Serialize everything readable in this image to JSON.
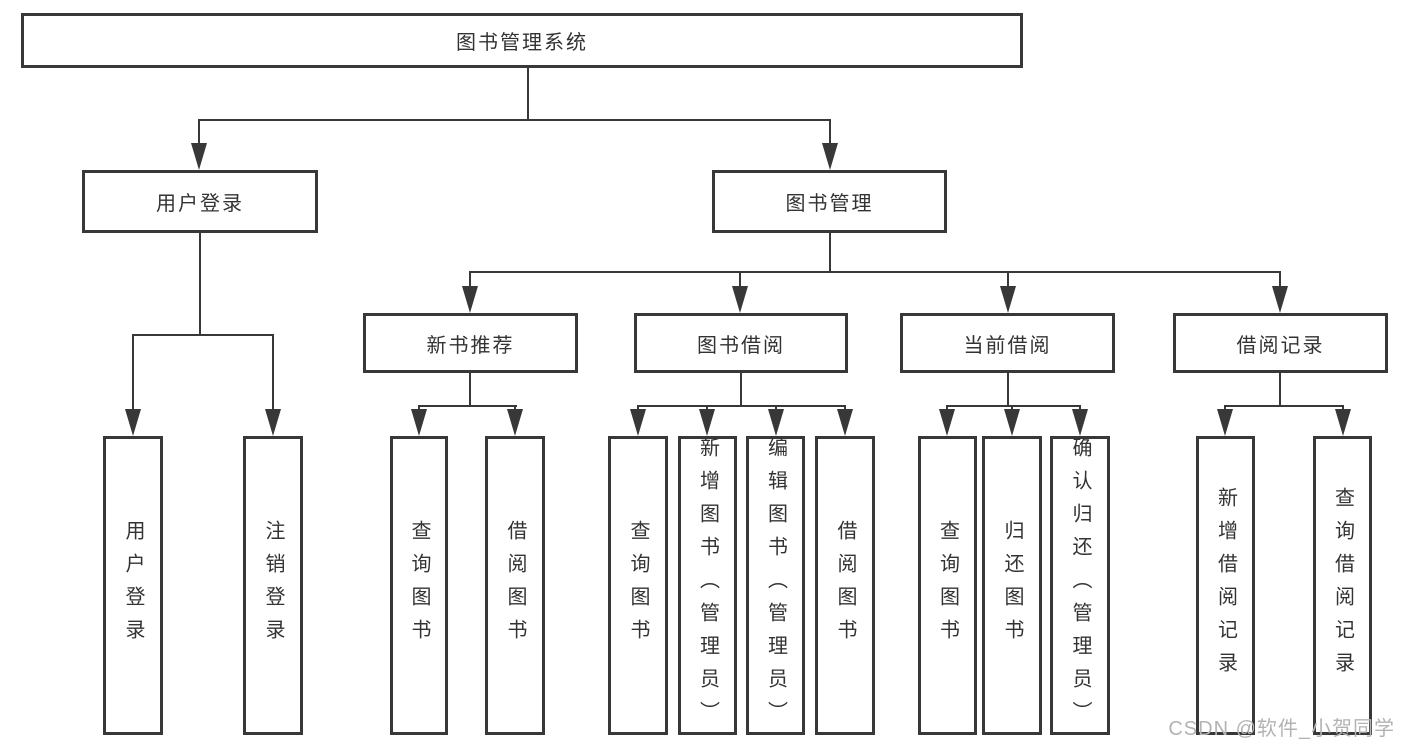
{
  "diagram": {
    "type": "hierarchy-tree",
    "root": {
      "label": "图书管理系统"
    },
    "branches": [
      {
        "label": "用户登录",
        "children": [
          {
            "label": "用户登录"
          },
          {
            "label": "注销登录"
          }
        ]
      },
      {
        "label": "图书管理",
        "children": [
          {
            "label": "新书推荐",
            "children": [
              {
                "label": "查询图书"
              },
              {
                "label": "借阅图书"
              }
            ]
          },
          {
            "label": "图书借阅",
            "children": [
              {
                "label": "查询图书"
              },
              {
                "label": "新增图书（管理员）"
              },
              {
                "label": "编辑图书（管理员）"
              },
              {
                "label": "借阅图书"
              }
            ]
          },
          {
            "label": "当前借阅",
            "children": [
              {
                "label": "查询图书"
              },
              {
                "label": "归还图书"
              },
              {
                "label": "确认归还（管理员）"
              }
            ]
          },
          {
            "label": "借阅记录",
            "children": [
              {
                "label": "新增借阅记录"
              },
              {
                "label": "查询借阅记录"
              }
            ]
          }
        ]
      }
    ]
  },
  "watermark": {
    "text": "CSDN @软件_小贺同学",
    "color": "#b3b3b3"
  },
  "colors": {
    "line": "#383838",
    "text": "#333333",
    "background": "#ffffff"
  }
}
